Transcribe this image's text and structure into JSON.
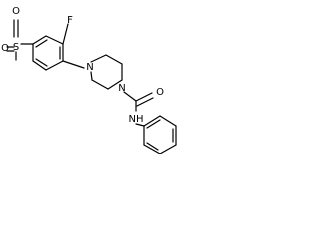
{
  "molecule": {
    "atoms": {
      "O_top": "O",
      "S": "S",
      "O_left": "O",
      "F": "F",
      "N_top": "N",
      "N_bottom": "N",
      "O_carbonyl": "O",
      "NH": "NH"
    }
  }
}
